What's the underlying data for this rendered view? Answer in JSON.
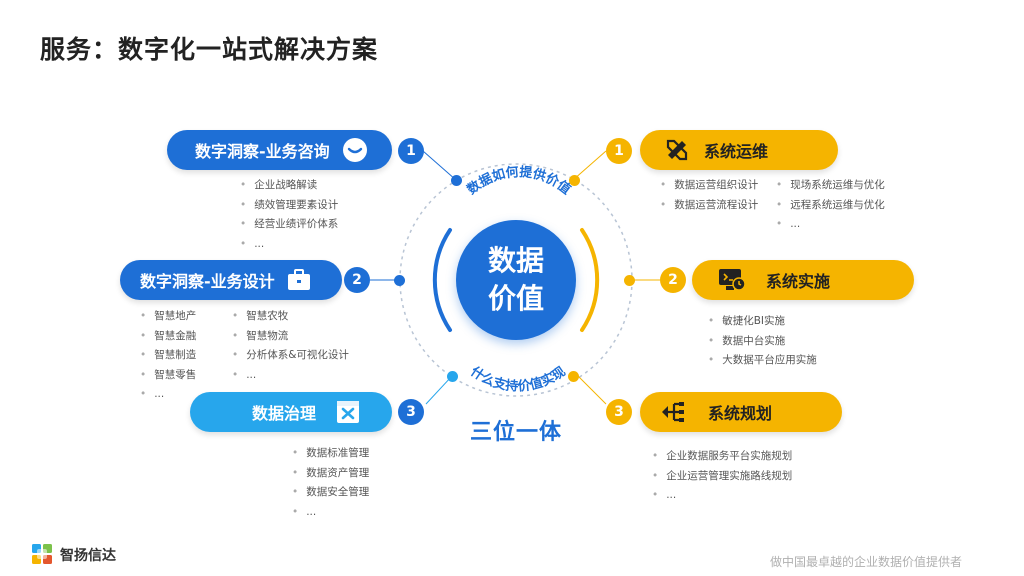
{
  "title": "服务：数字化一站式解决方案",
  "center": {
    "line1": "数据",
    "line2": "价值"
  },
  "ring_top_text": "数据如何提供价值",
  "ring_bottom_text": "什么支持价值实现",
  "slogan": "三位一体",
  "left": [
    {
      "num": "1",
      "label": "数字洞察-业务咨询",
      "icon": "chat-bubble-icon",
      "col1": [
        "企业战略解读",
        "绩效管理要素设计",
        "经营业绩评价体系",
        "..."
      ]
    },
    {
      "num": "2",
      "label": "数字洞察-业务设计",
      "icon": "briefcase-icon",
      "col1": [
        "智慧地产",
        "智慧金融",
        "智慧制造",
        "智慧零售",
        "..."
      ],
      "col2": [
        "智慧农牧",
        "智慧物流",
        "分析体系&可视化设计",
        "..."
      ]
    },
    {
      "num": "3",
      "label": "数据治理",
      "icon": "tools-icon",
      "col1": [
        "数据标准管理",
        "数据资产管理",
        "数据安全管理",
        "..."
      ]
    }
  ],
  "right": [
    {
      "num": "1",
      "label": "系统运维",
      "icon": "ruler-pencil-icon",
      "col1": [
        "数据运营组织设计",
        "数据运营流程设计"
      ],
      "col2": [
        "现场系统运维与优化",
        "远程系统运维与优化",
        "..."
      ]
    },
    {
      "num": "2",
      "label": "系统实施",
      "icon": "monitor-clock-icon",
      "col1": [
        "敏捷化BI实施",
        "数据中台实施",
        "大数据平台应用实施"
      ]
    },
    {
      "num": "3",
      "label": "系统规划",
      "icon": "hierarchy-icon",
      "col1": [
        "企业数据服务平台实施规划",
        "企业运营管理实施路线规划",
        "..."
      ]
    }
  ],
  "logo_text": "智扬信达",
  "footer": "做中国最卓越的企业数据价值提供者",
  "colors": {
    "blue": "#1e6fd6",
    "light_blue": "#27a6ec",
    "yellow": "#f5b400"
  }
}
